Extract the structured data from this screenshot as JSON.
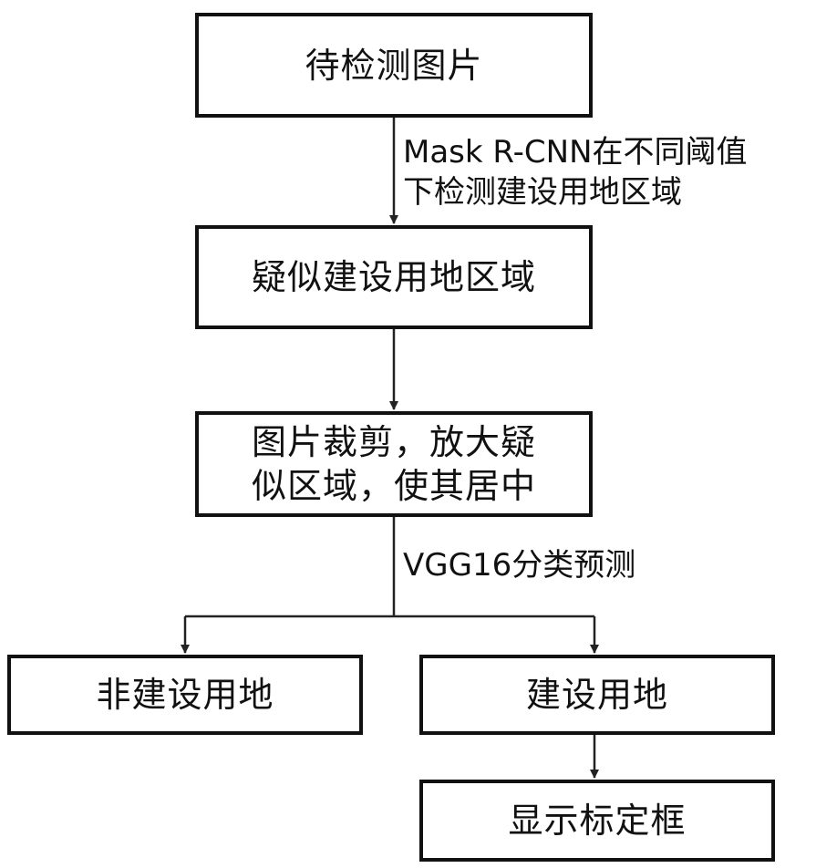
{
  "nodes": {
    "input_image": "待检测图片",
    "candidate_regions": "疑似建设用地区域",
    "crop_line1": "图片裁剪，放大疑",
    "crop_line2": "似区域，使其居中",
    "non_construction": "非建设用地",
    "construction": "建设用地",
    "show_box": "显示标定框"
  },
  "edges": {
    "detect_line1": "Mask R-CNN在不同阈值",
    "detect_line2": "下检测建设用地区域",
    "classify": "VGG16分类预测"
  }
}
